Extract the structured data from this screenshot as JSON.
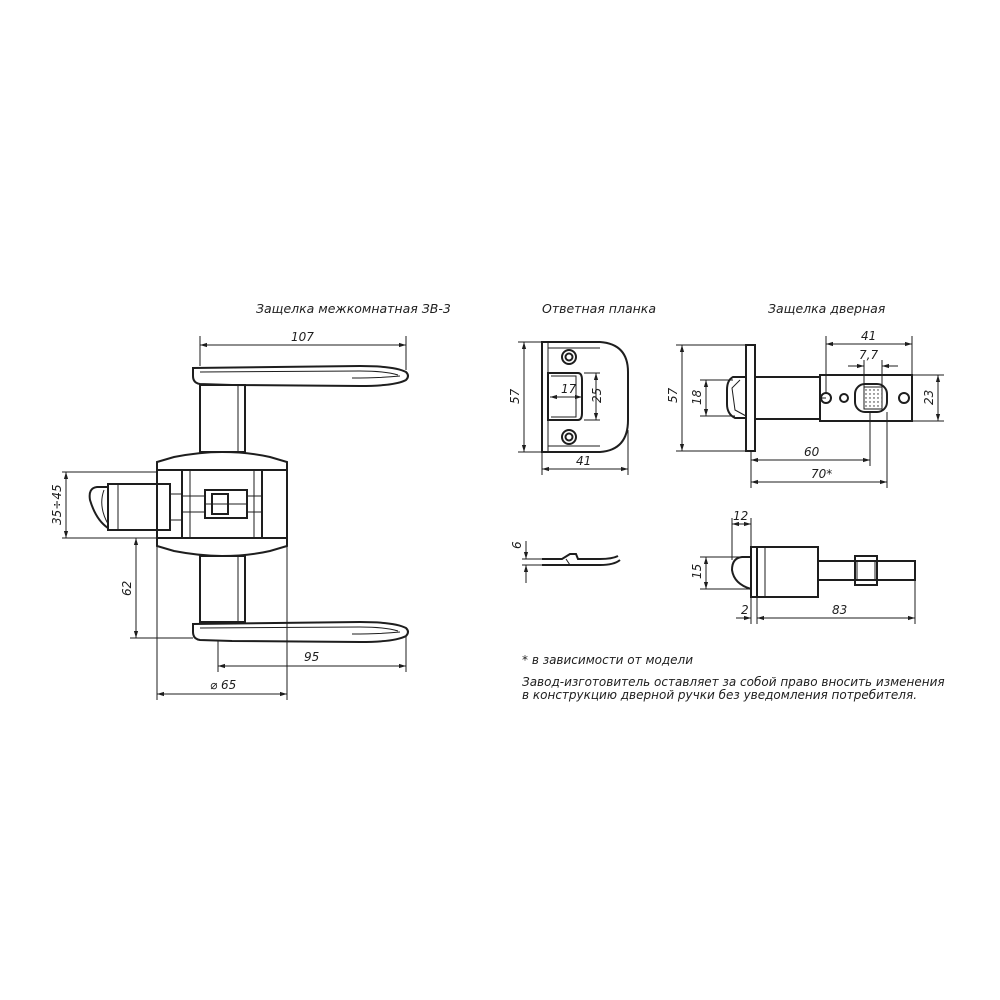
{
  "titles": {
    "latch_interior": "Защелка межкомнатная ЗВ-3",
    "strike_plate": "Ответная планка",
    "door_latch": "Защелка дверная"
  },
  "dims": {
    "d107": "107",
    "d35_45": "35÷45",
    "d62": "62",
    "d95": "95",
    "d65": "⌀ 65",
    "sp57": "57",
    "sp17": "17",
    "sp25": "25",
    "sp41": "41",
    "sp6": "6",
    "dl41": "41",
    "dl7_7": "7,7",
    "dl57": "57",
    "dl18": "18",
    "dl23": "23",
    "dl60": "60",
    "dl70": "70*",
    "dl12": "12",
    "dl15": "15",
    "dl2": "2",
    "dl83": "83"
  },
  "notes": {
    "footnote": "* в зависимости от модели",
    "disclaimer_line1": "Завод-изготовитель оставляет за собой право вносить изменения",
    "disclaimer_line2": "в конструкцию дверной ручки без уведомления потребителя."
  }
}
